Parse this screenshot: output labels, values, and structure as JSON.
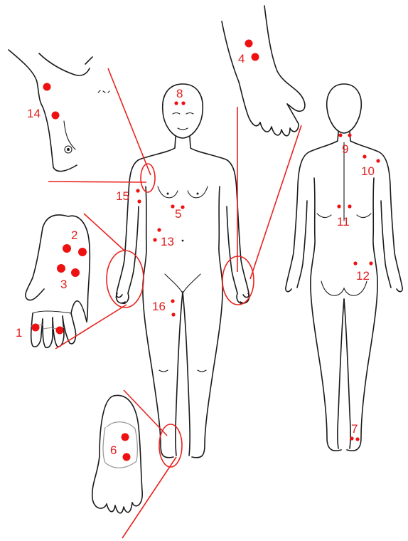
{
  "points": {
    "p1": "1",
    "p2": "2",
    "p3": "3",
    "p4": "4",
    "p5": "5",
    "p6": "6",
    "p7": "7",
    "p8": "8",
    "p9": "9",
    "p10": "10",
    "p11": "11",
    "p12": "12",
    "p13": "13",
    "p14": "14",
    "p15": "15",
    "p16": "16"
  },
  "colors": {
    "marker": "#ee1111",
    "guide_line": "#e8231f",
    "outline": "#1a1a1a"
  }
}
